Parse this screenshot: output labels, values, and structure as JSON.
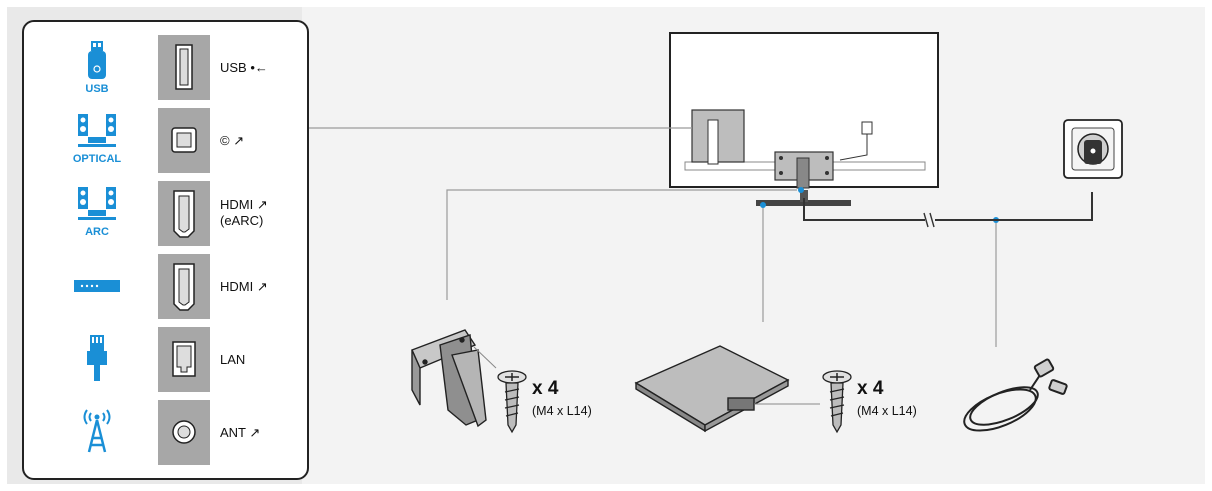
{
  "panel": {
    "rows": [
      {
        "device": "USB",
        "port": "USB •←"
      },
      {
        "device": "OPTICAL",
        "port": "© ↗"
      },
      {
        "device": "ARC",
        "port_line1": "HDMI ↗",
        "port_line2": "(eARC)"
      },
      {
        "device": "",
        "port": "HDMI ↗"
      },
      {
        "device": "",
        "port": "LAN"
      },
      {
        "device": "",
        "port": "ANT ↗"
      }
    ],
    "icons": [
      "usb-stick-icon",
      "speakers-icon",
      "speakers-icon",
      "media-box-icon",
      "lan-plug-icon",
      "antenna-tower-icon"
    ]
  },
  "accessories": {
    "stand_neck": {
      "quantity": "x 4",
      "spec": "(M4 x L14)"
    },
    "stand_base": {
      "quantity": "x 4",
      "spec": "(M4 x L14)"
    },
    "power_cord": {
      "icon": "power-cord-icon"
    }
  },
  "colors": {
    "accent": "#1a8fd6",
    "port_bg": "#a7a7a7",
    "line": "#9a9a9a"
  }
}
